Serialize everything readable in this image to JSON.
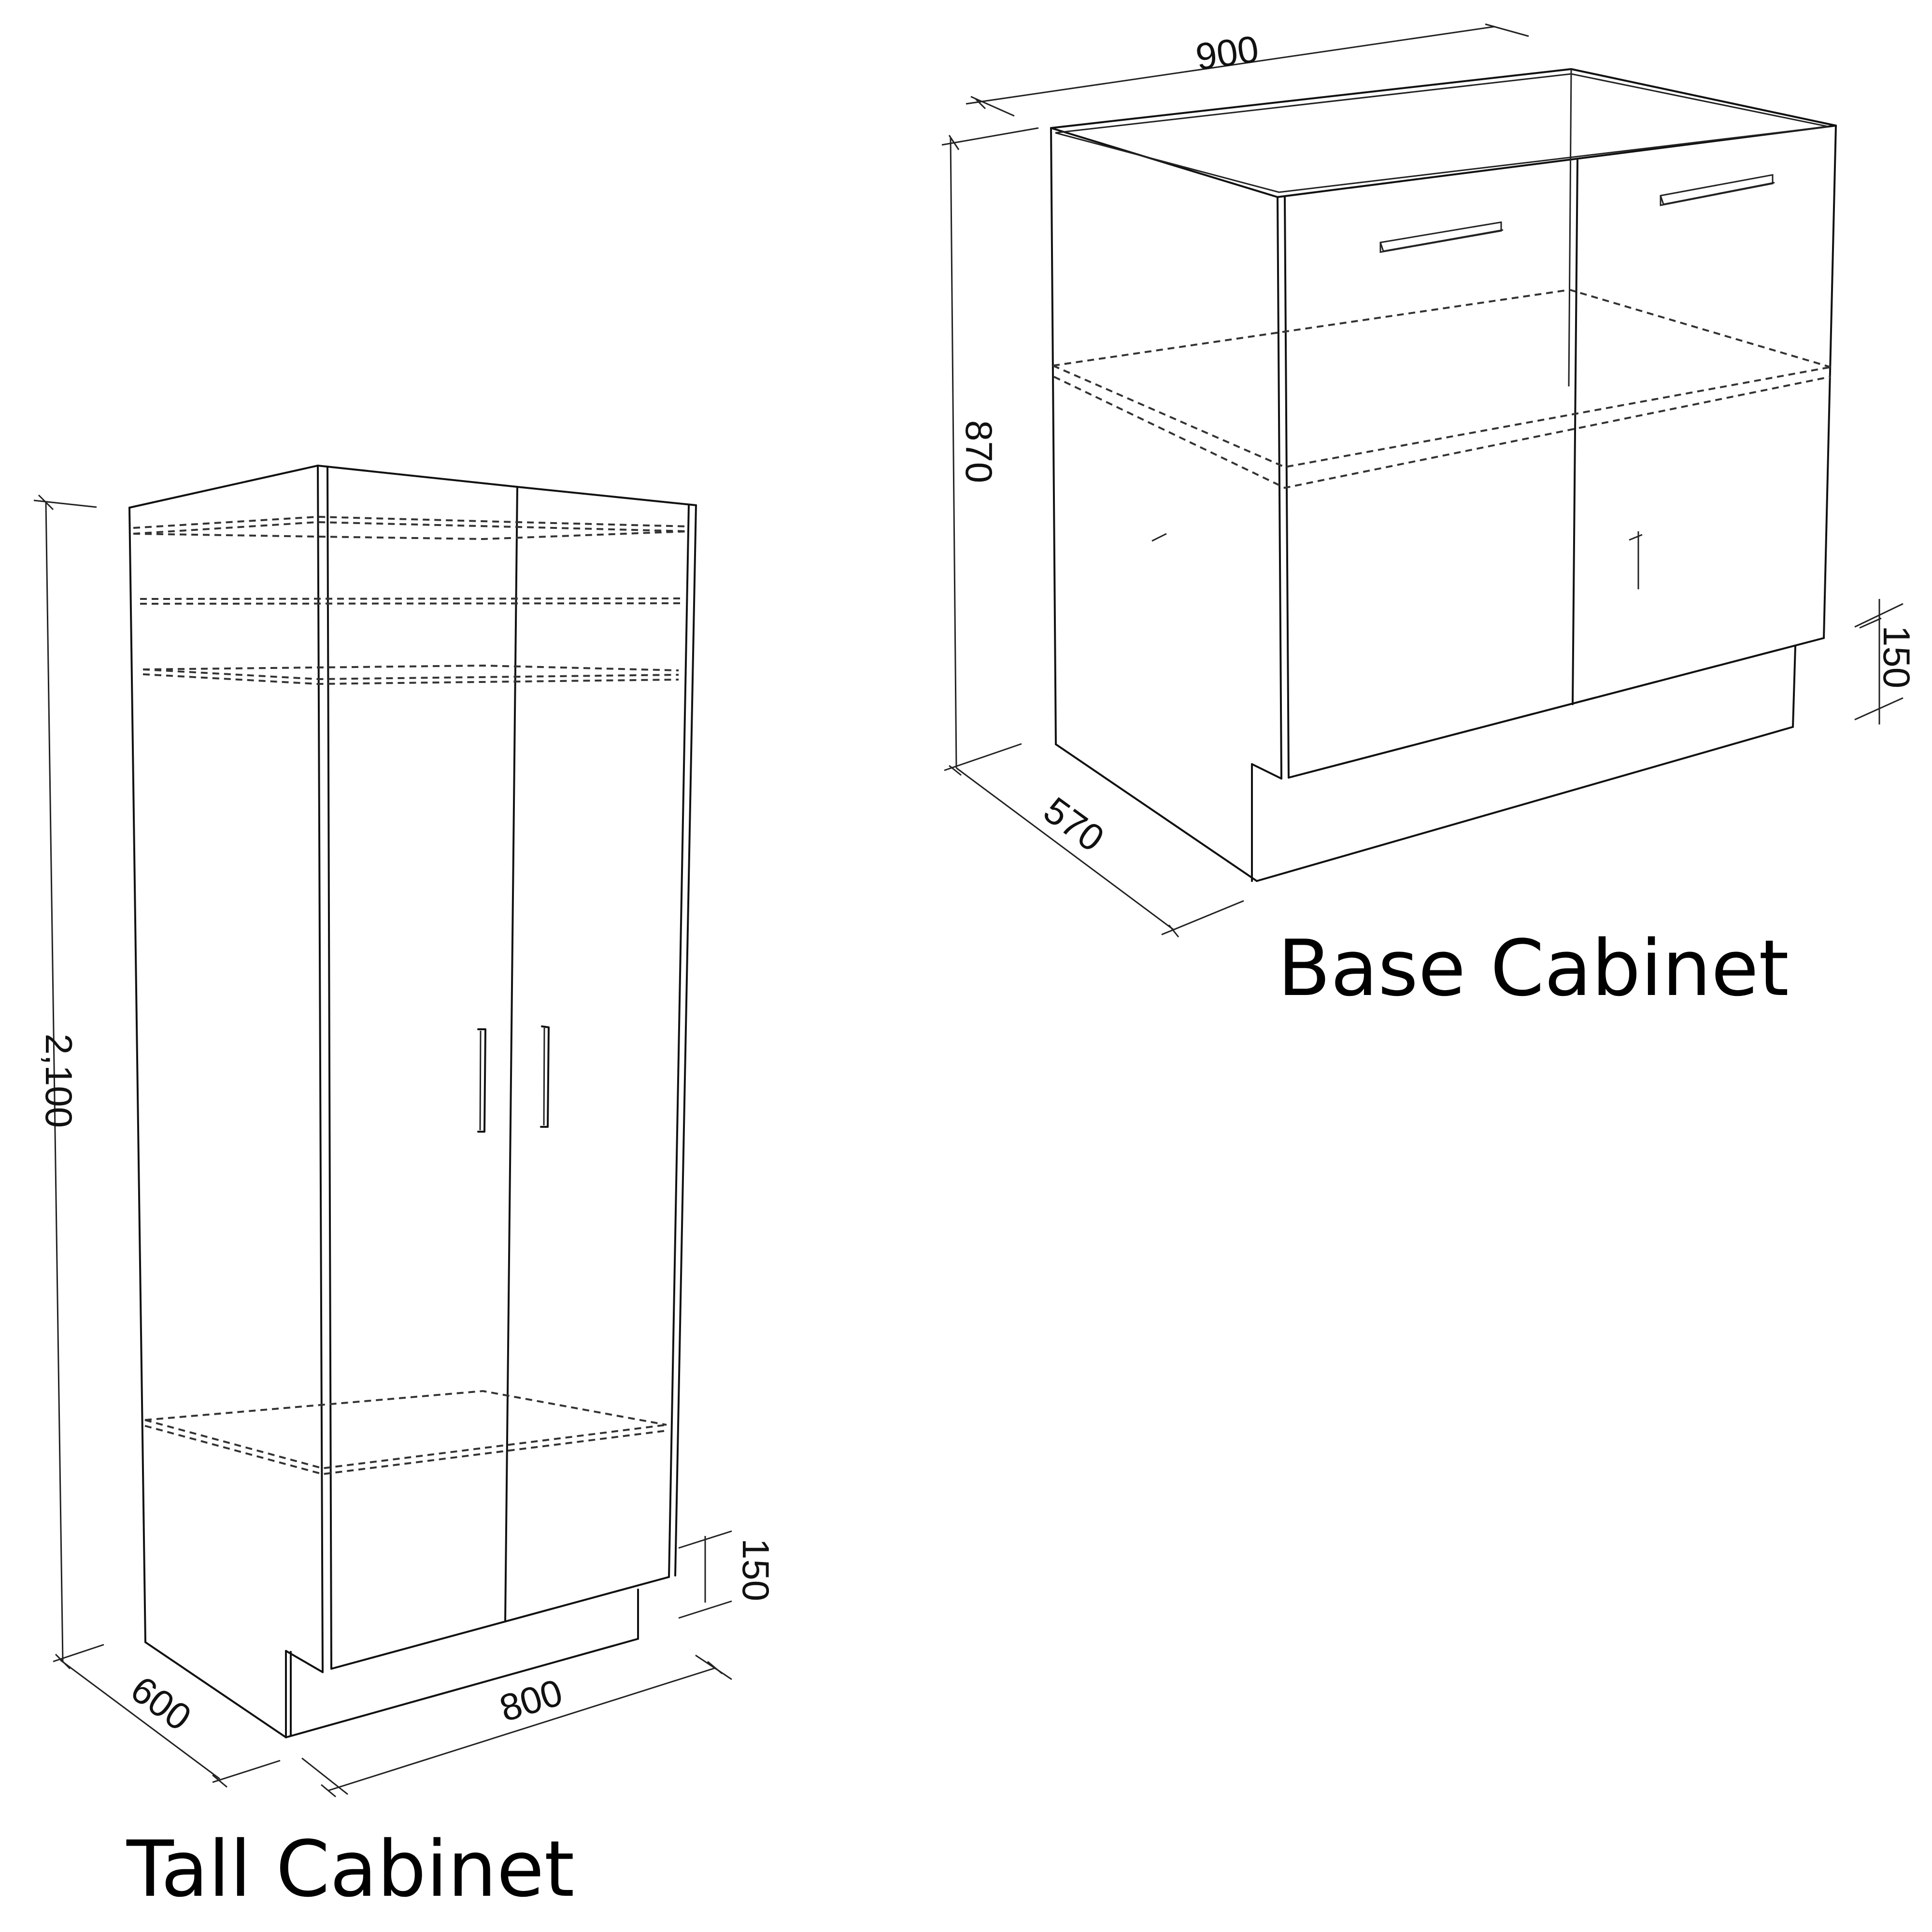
{
  "tall_cabinet": {
    "title": "Tall Cabinet",
    "dimensions": {
      "height": "2,100",
      "depth": "600",
      "width": "800",
      "plinth_height": "150"
    },
    "doors": 2,
    "shelves": 4
  },
  "base_cabinet": {
    "title": "Base Cabinet",
    "dimensions": {
      "width": "900",
      "height": "870",
      "depth": "570",
      "plinth_height": "150"
    },
    "doors": 2,
    "shelves": 1
  },
  "colors": {
    "line": "#111111",
    "background": "#ffffff"
  }
}
